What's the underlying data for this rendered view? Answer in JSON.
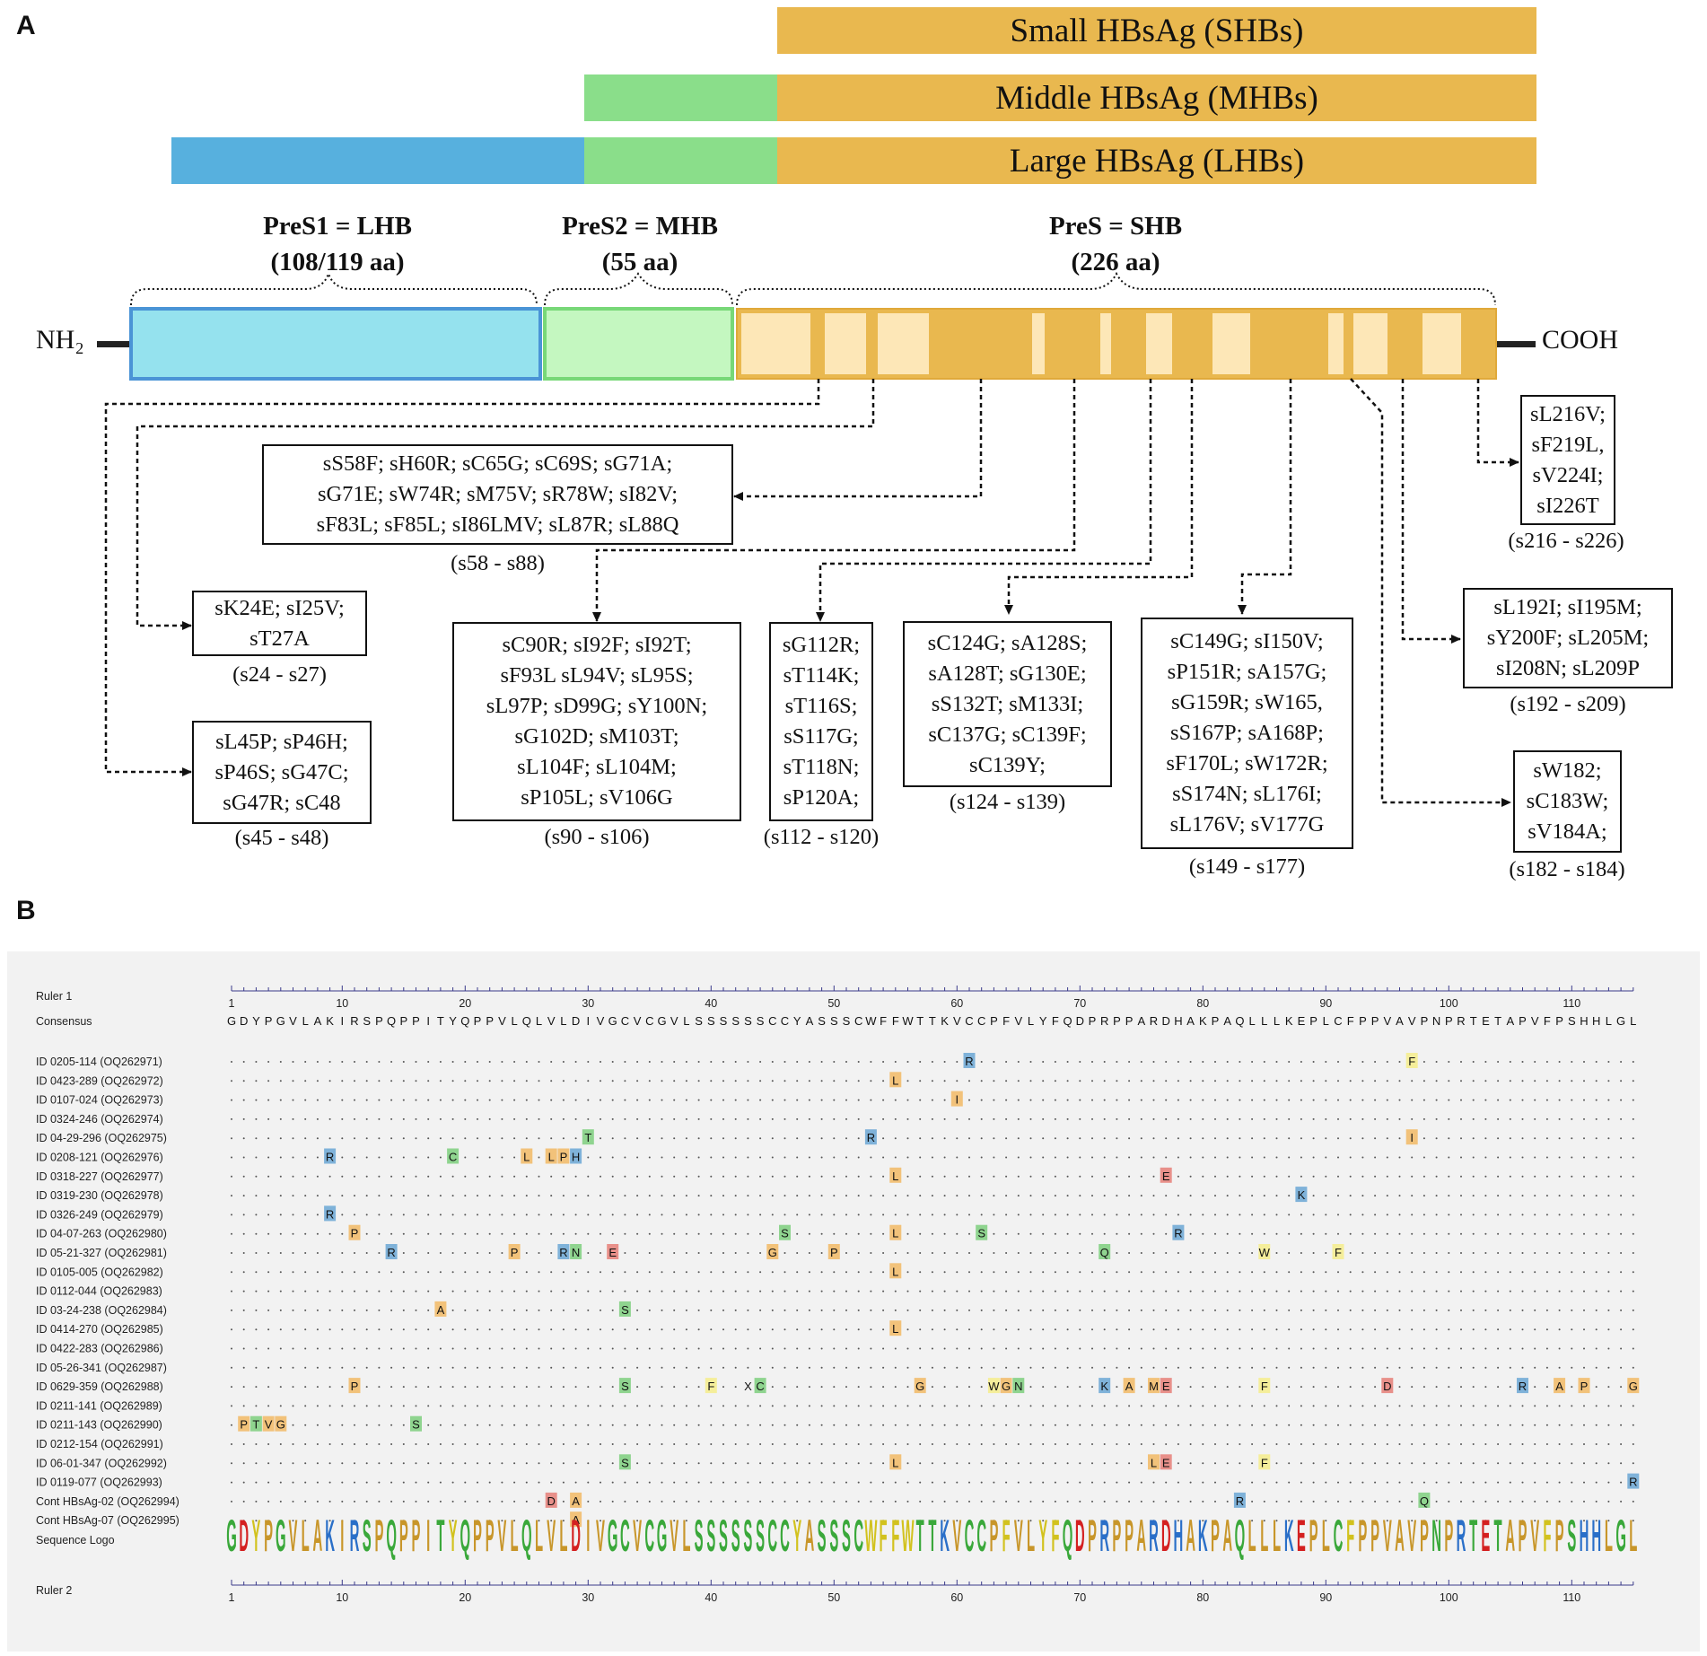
{
  "panel_a": {
    "label": "A",
    "bars": {
      "small": "Small HBsAg (SHBs)",
      "middle": "Middle HBsAg (MHBs)",
      "large": "Large HBsAg (LHBs)"
    },
    "domains": {
      "pres1": {
        "name": "PreS1 = LHB",
        "size": "(108/119 aa)"
      },
      "pres2": {
        "name": "PreS2 = MHB",
        "size": "(55 aa)"
      },
      "pres_s": {
        "name": "PreS = SHB",
        "size": "(226 aa)"
      }
    },
    "nh2": "NH₂",
    "cooh": "COOH",
    "boxes": [
      {
        "lines": [
          "sK24E; sI25V;",
          "sT27A"
        ],
        "range": "(s24 - s27)"
      },
      {
        "lines": [
          "sL45P; sP46H;",
          "sP46S; sG47C;",
          "sG47R; sC48"
        ],
        "range": "(s45 - s48)"
      },
      {
        "lines": [
          "sS58F; sH60R; sC65G; sC69S; sG71A;",
          "sG71E; sW74R; sM75V; sR78W; sI82V;",
          "sF83L; sF85L; sI86LMV; sL87R; sL88Q"
        ],
        "range": "(s58 - s88)"
      },
      {
        "lines": [
          "sC90R; sI92F; sI92T;",
          "sF93L sL94V; sL95S;",
          "sL97P; sD99G; sY100N;",
          "sG102D; sM103T;",
          "sL104F; sL104M;",
          "sP105L; sV106G"
        ],
        "range": "(s90 - s106)"
      },
      {
        "lines": [
          "sG112R;",
          "sT114K;",
          "sT116S;",
          "sS117G;",
          "sT118N;",
          "sP120A;"
        ],
        "range": "(s112 - s120)"
      },
      {
        "lines": [
          "sC124G; sA128S;",
          "sA128T; sG130E;",
          "sS132T; sM133I;",
          "sC137G; sC139F;",
          "sC139Y;"
        ],
        "range": "(s124 - s139)"
      },
      {
        "lines": [
          "sC149G; sI150V;",
          "sP151R; sA157G;",
          "sG159R; sW165,",
          "sS167P; sA168P;",
          "sF170L; sW172R;",
          "sS174N; sL176I;",
          "sL176V; sV177G"
        ],
        "range": "(s149 - s177)"
      },
      {
        "lines": [
          "sL216V;",
          "sF219L,",
          "sV224I;",
          "sI226T"
        ],
        "range": "(s216 - s226)"
      },
      {
        "lines": [
          "sL192I; sI195M;",
          "sY200F; sL205M;",
          "sI208N; sL209P"
        ],
        "range": "(s192 - s209)"
      },
      {
        "lines": [
          "sW182;",
          "sC183W;",
          "sV184A;"
        ],
        "range": "(s182 - s184)"
      }
    ]
  },
  "panel_b": {
    "label": "B",
    "ruler1_label": "Ruler 1",
    "consensus_label": "Consensus",
    "logo_label": "Sequence Logo",
    "ruler2_label": "Ruler 2",
    "ruler_ticks": [
      "1",
      "10",
      "20",
      "30",
      "40",
      "50",
      "60",
      "70",
      "80",
      "90",
      "100",
      "110"
    ],
    "consensus": "GDYPGVLAKIRSPQPPITYQPPVLQLVLDIVGCVCGVLSSSSSSCCYASSSCWFFWTTKVCCPFVLYFQDPRPPARDHAKPAQLLLKEPLCFPPVAVPNPRTETAPVFPSHHLGL",
    "rows": [
      {
        "id": "ID 0205-114 (OQ262971)",
        "subs": [
          [
            61,
            "R"
          ],
          [
            97,
            "F"
          ]
        ]
      },
      {
        "id": "ID 0423-289 (OQ262972)",
        "subs": [
          [
            55,
            "L"
          ]
        ]
      },
      {
        "id": "ID 0107-024 (OQ262973)",
        "subs": [
          [
            60,
            "I"
          ]
        ]
      },
      {
        "id": "ID 0324-246 (OQ262974)",
        "subs": []
      },
      {
        "id": "ID 04-29-296 (OQ262975)",
        "subs": [
          [
            30,
            "T"
          ],
          [
            53,
            "R"
          ],
          [
            97,
            "I"
          ]
        ]
      },
      {
        "id": "ID 0208-121 (OQ262976)",
        "subs": [
          [
            9,
            "R"
          ],
          [
            19,
            "C"
          ],
          [
            25,
            "L"
          ],
          [
            27,
            "L"
          ],
          [
            28,
            "P"
          ],
          [
            29,
            "H"
          ]
        ]
      },
      {
        "id": "ID 0318-227 (OQ262977)",
        "subs": [
          [
            55,
            "L"
          ],
          [
            77,
            "E"
          ]
        ]
      },
      {
        "id": "ID 0319-230 (OQ262978)",
        "subs": [
          [
            88,
            "K"
          ]
        ]
      },
      {
        "id": "ID 0326-249 (OQ262979)",
        "subs": [
          [
            9,
            "R"
          ]
        ]
      },
      {
        "id": "ID 04-07-263 (OQ262980)",
        "subs": [
          [
            11,
            "P"
          ],
          [
            46,
            "S"
          ],
          [
            55,
            "L"
          ],
          [
            62,
            "S"
          ],
          [
            78,
            "R"
          ]
        ]
      },
      {
        "id": "ID 05-21-327 (OQ262981)",
        "subs": [
          [
            14,
            "R"
          ],
          [
            24,
            "P"
          ],
          [
            28,
            "R"
          ],
          [
            29,
            "N"
          ],
          [
            32,
            "E"
          ],
          [
            45,
            "G"
          ],
          [
            50,
            "P"
          ],
          [
            72,
            "Q"
          ],
          [
            85,
            "W"
          ],
          [
            91,
            "F"
          ]
        ]
      },
      {
        "id": "ID 0105-005 (OQ262982)",
        "subs": [
          [
            55,
            "L"
          ]
        ]
      },
      {
        "id": "ID 0112-044 (OQ262983)",
        "subs": []
      },
      {
        "id": "ID 03-24-238 (OQ262984)",
        "subs": [
          [
            18,
            "A"
          ],
          [
            33,
            "S"
          ]
        ]
      },
      {
        "id": "ID 0414-270 (OQ262985)",
        "subs": [
          [
            55,
            "L"
          ]
        ]
      },
      {
        "id": "ID 0422-283 (OQ262986)",
        "subs": []
      },
      {
        "id": "ID 05-26-341 (OQ262987)",
        "subs": []
      },
      {
        "id": "ID 0629-359 (OQ262988)",
        "subs": [
          [
            11,
            "P"
          ],
          [
            33,
            "S"
          ],
          [
            40,
            "F"
          ],
          [
            43,
            "X"
          ],
          [
            44,
            "C"
          ],
          [
            57,
            "G"
          ],
          [
            63,
            "W"
          ],
          [
            64,
            "G"
          ],
          [
            65,
            "N"
          ],
          [
            72,
            "K"
          ],
          [
            74,
            "A"
          ],
          [
            76,
            "M"
          ],
          [
            77,
            "E"
          ],
          [
            85,
            "F"
          ],
          [
            95,
            "D"
          ],
          [
            106,
            "R"
          ],
          [
            109,
            "A"
          ],
          [
            111,
            "P"
          ],
          [
            115,
            "G"
          ]
        ]
      },
      {
        "id": "ID 0211-141 (OQ262989)",
        "subs": []
      },
      {
        "id": "ID 0211-143 (OQ262990)",
        "subs": [
          [
            2,
            "P"
          ],
          [
            3,
            "T"
          ],
          [
            4,
            "V"
          ],
          [
            5,
            "G"
          ],
          [
            16,
            "S"
          ]
        ]
      },
      {
        "id": "ID 0212-154 (OQ262991)",
        "subs": []
      },
      {
        "id": "ID 06-01-347 (OQ262992)",
        "subs": [
          [
            33,
            "S"
          ],
          [
            55,
            "L"
          ],
          [
            76,
            "L"
          ],
          [
            77,
            "E"
          ],
          [
            85,
            "F"
          ]
        ]
      },
      {
        "id": "ID 0119-077 (OQ262993)",
        "subs": [
          [
            115,
            "R"
          ]
        ]
      },
      {
        "id": "Cont HBsAg-02 (OQ262994)",
        "subs": [
          [
            27,
            "D"
          ],
          [
            29,
            "A"
          ],
          [
            83,
            "R"
          ],
          [
            98,
            "Q"
          ]
        ]
      },
      {
        "id": "Cont HBsAg-07 (OQ262995)",
        "subs": [
          [
            29,
            "A"
          ]
        ]
      }
    ],
    "aa_colors": {
      "R": "#7fb2d9",
      "K": "#7fb2d9",
      "H": "#7fb2d9",
      "D": "#e8908a",
      "E": "#e8908a",
      "S": "#8fd48f",
      "T": "#8fd48f",
      "N": "#8fd48f",
      "Q": "#8fd48f",
      "C": "#8fd48f",
      "G": "#f2c27a",
      "A": "#f2c27a",
      "V": "#f2c27a",
      "L": "#f2c27a",
      "I": "#f2c27a",
      "M": "#f2c27a",
      "P": "#f2c27a",
      "F": "#f5ee9a",
      "W": "#f5ee9a",
      "Y": "#f5ee9a",
      "X": "none"
    },
    "logo_colors": {
      "hydrophobic": "#c8962a",
      "polar": "#3aa83a",
      "acidic": "#d42020",
      "basic": "#2a6fc8",
      "aromatic": "#d2c21e"
    }
  }
}
